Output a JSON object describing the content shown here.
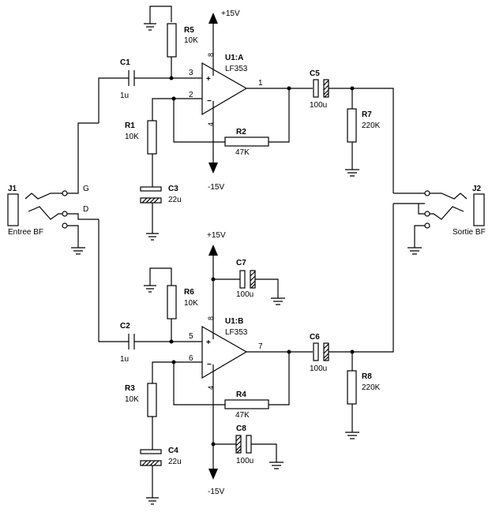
{
  "components": {
    "R5": {
      "ref": "R5",
      "value": "10K"
    },
    "R6": {
      "ref": "R6",
      "value": "10K"
    },
    "R1": {
      "ref": "R1",
      "value": "10K"
    },
    "R3": {
      "ref": "R3",
      "value": "10K"
    },
    "R2": {
      "ref": "R2",
      "value": "47K"
    },
    "R4": {
      "ref": "R4",
      "value": "47K"
    },
    "R7": {
      "ref": "R7",
      "value": "220K"
    },
    "R8": {
      "ref": "R8",
      "value": "220K"
    },
    "C1": {
      "ref": "C1",
      "value": "1u"
    },
    "C2": {
      "ref": "C2",
      "value": "1u"
    },
    "C3": {
      "ref": "C3",
      "value": "22u"
    },
    "C4": {
      "ref": "C4",
      "value": "22u"
    },
    "C5": {
      "ref": "C5",
      "value": "100u"
    },
    "C6": {
      "ref": "C6",
      "value": "100u"
    },
    "C7": {
      "ref": "C7",
      "value": "100u"
    },
    "C8": {
      "ref": "C8",
      "value": "100u"
    },
    "U1A": {
      "ref": "U1:A",
      "value": "LF353",
      "pin_plus": "3",
      "pin_minus": "2",
      "pin_out": "1",
      "pin_vpos": "8",
      "pin_vneg": "4"
    },
    "U1B": {
      "ref": "U1:B",
      "value": "LF353",
      "pin_plus": "5",
      "pin_minus": "6",
      "pin_out": "7",
      "pin_vpos": "8",
      "pin_vneg": "4"
    },
    "J1": {
      "ref": "J1",
      "label": "Entree BF",
      "pin_g": "G",
      "pin_d": "D"
    },
    "J2": {
      "ref": "J2",
      "label": "Sortie BF"
    }
  },
  "supplies": {
    "pos_top": "+15V",
    "neg_top": "-15V",
    "pos_bottom": "+15V",
    "neg_bottom": "-15V"
  }
}
